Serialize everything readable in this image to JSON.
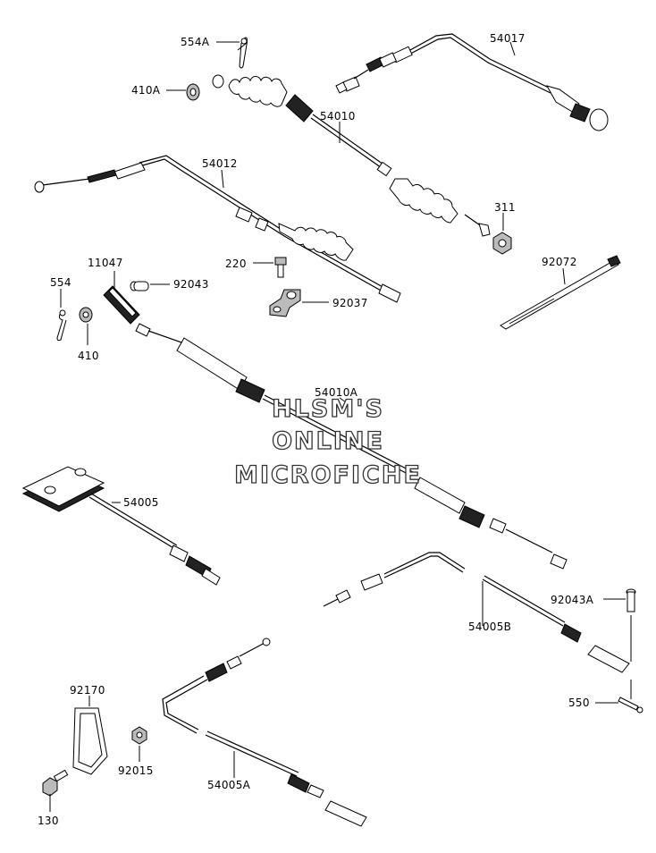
{
  "parts": {
    "p554A": "554A",
    "p54017": "54017",
    "p410A": "410A",
    "p54010": "54010",
    "p54012": "54012",
    "p311": "311",
    "p11047": "11047",
    "p220": "220",
    "p92072": "92072",
    "p554": "554",
    "p92043": "92043",
    "p92037": "92037",
    "p410": "410",
    "p54010A": "54010A",
    "p54005": "54005",
    "p92043A": "92043A",
    "p54005B": "54005B",
    "p550": "550",
    "p92170": "92170",
    "p92015": "92015",
    "p54005A": "54005A",
    "p130": "130"
  },
  "watermark": {
    "line1": "HLSM'S",
    "line2": "ONLINE",
    "line3": "MICROFICHE"
  }
}
